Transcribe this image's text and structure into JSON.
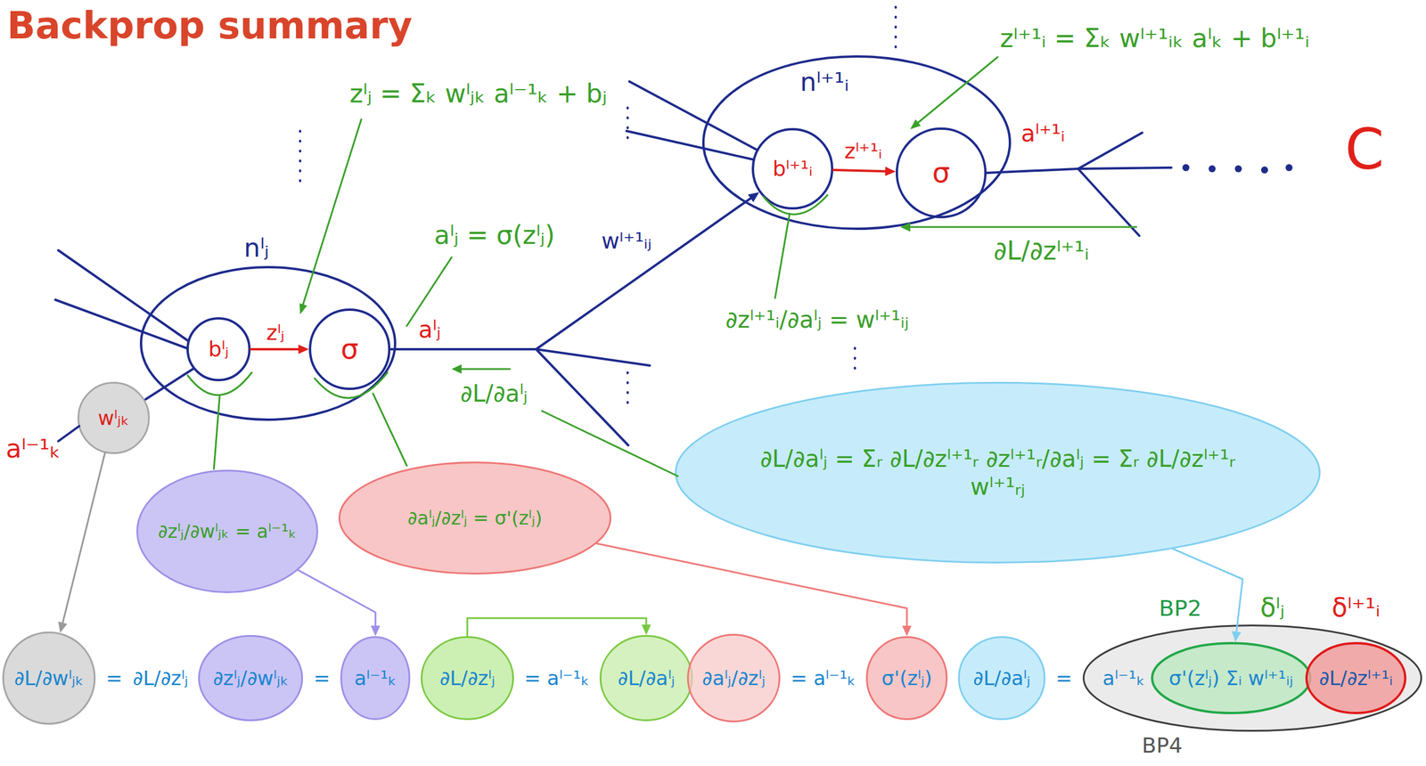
{
  "diagram": {
    "title": "Backprop summary",
    "nodes": [
      {
        "text": [
          "nˡⱼ"
        ]
      },
      {
        "text": [
          "bˡⱼ"
        ],
        "in": 0
      },
      {
        "text": [
          "σ"
        ],
        "in": 0
      },
      {
        "text": [
          "wˡⱼₖ"
        ]
      },
      {
        "text": [
          "nˡ⁺¹ᵢ"
        ]
      },
      {
        "text": [
          "bˡ⁺¹ᵢ"
        ],
        "in": 4
      },
      {
        "text": [
          "σ"
        ],
        "in": 4
      },
      {
        "text": [
          "∂zˡⱼ/∂wˡⱼₖ = aˡ⁻¹ₖ"
        ]
      },
      {
        "text": [
          "∂aˡⱼ/∂zˡⱼ = σ'(zˡⱼ)"
        ]
      },
      {
        "text": [
          "∂L/∂aˡⱼ = Σᵣ ∂L/∂zˡ⁺¹ᵣ ∂zˡ⁺¹ᵣ/∂aˡⱼ = Σᵣ ∂L/∂zˡ⁺¹ᵣ wˡ⁺¹ᵣⱼ"
        ]
      },
      {
        "text": [
          "∂L/∂wˡⱼₖ"
        ]
      },
      {
        "text": [
          "∂zˡⱼ/∂wˡⱼₖ"
        ]
      },
      {
        "text": [
          "aˡ⁻¹ₖ"
        ]
      },
      {
        "text": [
          "∂L/∂zˡⱼ"
        ]
      },
      {
        "text": [
          "∂L/∂aˡⱼ"
        ]
      },
      {
        "text": [
          "∂aˡⱼ/∂zˡⱼ"
        ]
      },
      {
        "text": [
          "σ'(zˡⱼ)"
        ]
      },
      {
        "text": [
          "∂L/∂aˡⱼ"
        ]
      },
      {
        "text": [
          "aˡ⁻¹ₖ",
          "BP4"
        ]
      },
      {
        "text": [
          "BP2",
          "σ'(zˡⱼ) Σᵢ wˡ⁺¹ᵢⱼ"
        ],
        "in": 18
      },
      {
        "text": [
          "∂L/∂zˡ⁺¹ᵢ"
        ],
        "in": 18
      }
    ],
    "edges": [
      {
        "from": 1,
        "to": 2,
        "label": "zˡⱼ",
        "arrow": "to"
      },
      {
        "from": 2,
        "to": 5,
        "label": "wˡ⁺¹ᵢⱼ",
        "arrow": "to"
      },
      {
        "from": 5,
        "to": 6,
        "label": "zˡ⁺¹ᵢ",
        "arrow": "to"
      },
      {
        "from": 3,
        "to": 10,
        "arrow": "to"
      },
      {
        "from": 7,
        "to": 12,
        "arrow": "to"
      },
      {
        "from": 13,
        "to": 14,
        "arrow": "to"
      },
      {
        "from": 8,
        "to": 16,
        "arrow": "to"
      },
      {
        "from": 9,
        "to": 19,
        "arrow": "to"
      }
    ],
    "labels": [
      "zˡⱼ = Σₖ wˡⱼₖ aˡ⁻¹ₖ + bⱼ",
      "aˡⱼ = σ(zˡⱼ)",
      "zˡ⁺¹ᵢ = Σₖ wˡ⁺¹ᵢₖ aˡₖ + bˡ⁺¹ᵢ",
      "aˡ⁻¹ₖ",
      "aˡⱼ",
      "∂L/∂aˡⱼ",
      "∂zˡ⁺¹ᵢ/∂aˡⱼ = wˡ⁺¹ᵢⱼ",
      "aˡ⁺¹ᵢ",
      "C",
      "∂L/∂zˡ⁺¹ᵢ",
      "=",
      "∂L/∂zˡⱼ",
      "=",
      "= aˡ⁻¹ₖ",
      "= aˡ⁻¹ₖ",
      "=",
      "δˡⱼ",
      "δˡ⁺¹ᵢ"
    ]
  }
}
